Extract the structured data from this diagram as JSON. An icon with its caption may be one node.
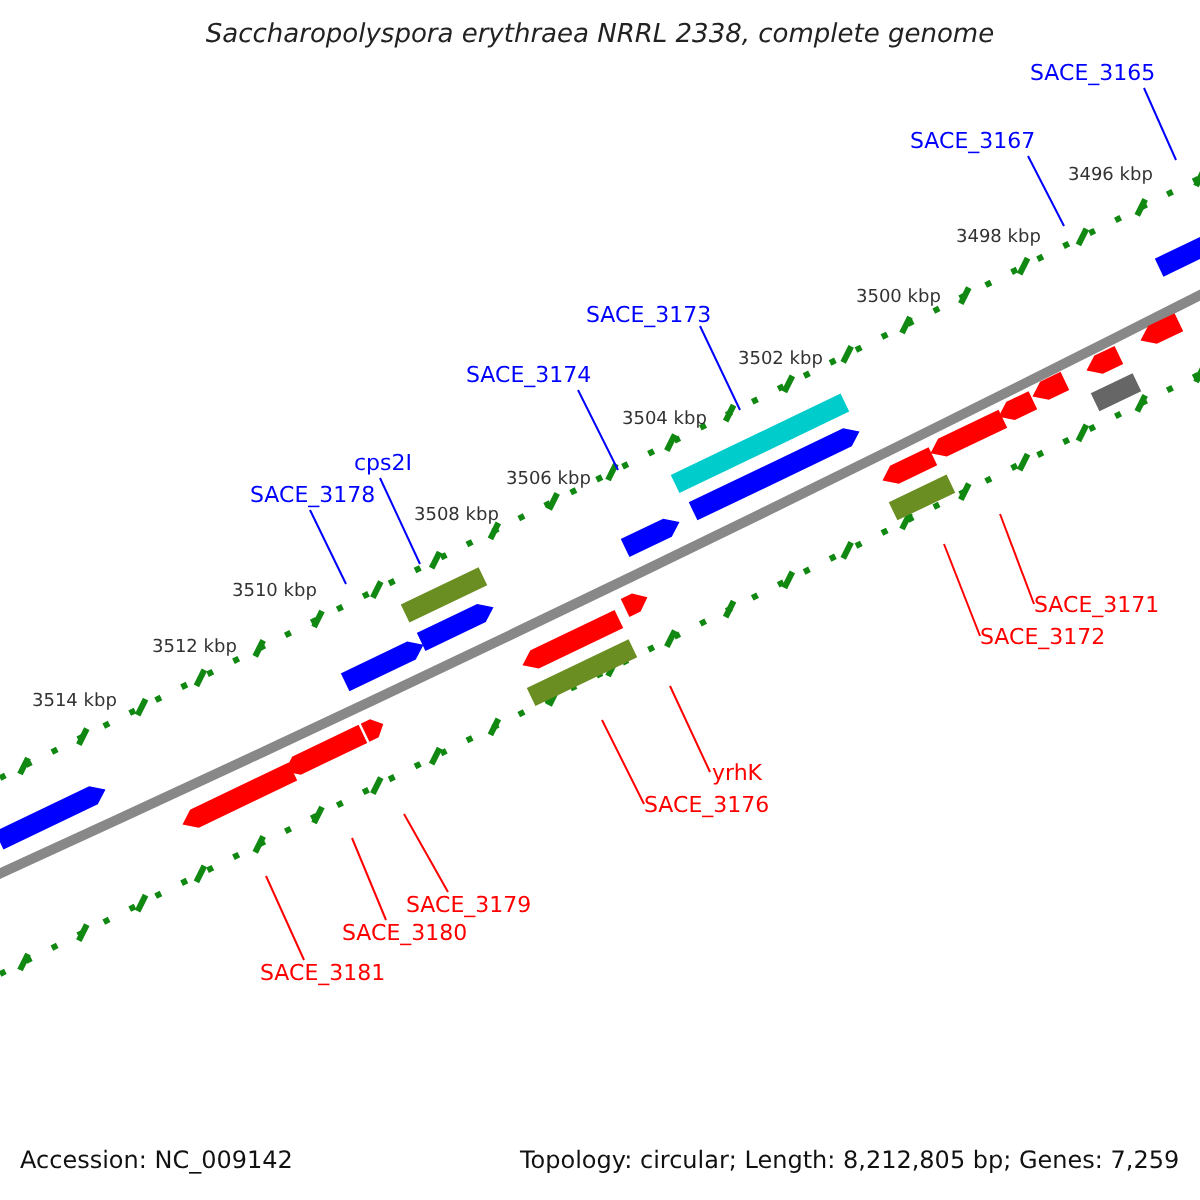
{
  "diagram": {
    "title": "Saccharopolyspora erythraea NRRL 2338, complete genome",
    "nodes": [
      {
        "text": [
          "SACE_3165"
        ]
      },
      {
        "text": [
          "SACE_3167"
        ]
      },
      {
        "text": [
          "SACE_3173"
        ]
      },
      {
        "text": [
          "SACE_3174"
        ]
      },
      {
        "text": [
          "cps2I"
        ]
      },
      {
        "text": [
          "SACE_3178"
        ]
      },
      {
        "text": [
          "SACE_3171"
        ]
      },
      {
        "text": [
          "SACE_3172"
        ]
      },
      {
        "text": [
          "yrhK"
        ]
      },
      {
        "text": [
          "SACE_3176"
        ]
      },
      {
        "text": [
          "SACE_3179"
        ]
      },
      {
        "text": [
          "SACE_3180"
        ]
      },
      {
        "text": [
          "SACE_3181"
        ]
      }
    ],
    "edges": [
      {
        "from": 0,
        "to": null,
        "arrow": "none",
        "color": "#0000ff"
      },
      {
        "from": 1,
        "to": null,
        "arrow": "none",
        "color": "#0000ff"
      },
      {
        "from": 2,
        "to": null,
        "arrow": "none",
        "color": "#0000ff"
      },
      {
        "from": 3,
        "to": null,
        "arrow": "none",
        "color": "#0000ff"
      },
      {
        "from": 4,
        "to": null,
        "arrow": "none",
        "color": "#0000ff"
      },
      {
        "from": 5,
        "to": null,
        "arrow": "none",
        "color": "#0000ff"
      },
      {
        "from": 6,
        "to": null,
        "arrow": "none"
      },
      {
        "from": 7,
        "to": null,
        "arrow": "none"
      },
      {
        "from": 8,
        "to": null,
        "arrow": "none"
      },
      {
        "from": 9,
        "to": null,
        "arrow": "none"
      },
      {
        "from": 10,
        "to": null,
        "arrow": "none"
      },
      {
        "from": 11,
        "to": null,
        "arrow": "none"
      },
      {
        "from": 12,
        "to": null,
        "arrow": "none"
      }
    ],
    "labels": [
      "3496 kbp",
      "3498 kbp",
      "3500 kbp",
      "3502 kbp",
      "3504 kbp",
      "3506 kbp",
      "3508 kbp",
      "3510 kbp",
      "3512 kbp",
      "3514 kbp",
      "Accession: NC_009142",
      "Topology: circular; Length: 8,212,805 bp; Genes: 7,259"
    ]
  }
}
